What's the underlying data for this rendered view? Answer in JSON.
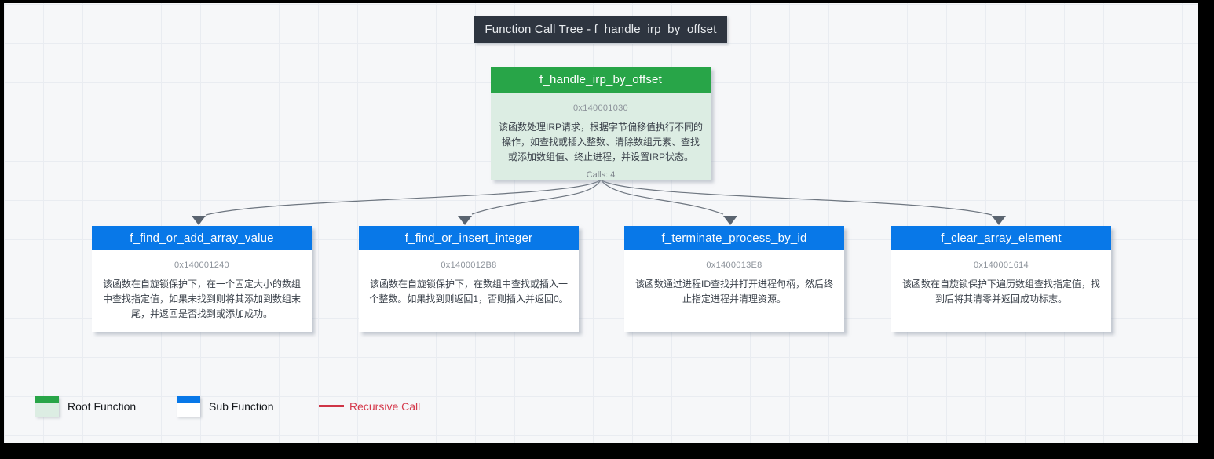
{
  "title_bar": {
    "text": "Function Call Tree - f_handle_irp_by_offset"
  },
  "tree": {
    "root": {
      "name": "f_handle_irp_by_offset",
      "address": "0x140001030",
      "description": "该函数处理IRP请求，根据字节偏移值执行不同的操作，如查找或插入整数、清除数组元素、查找或添加数组值、终止进程，并设置IRP状态。",
      "calls": "Calls: 4"
    },
    "children": [
      {
        "name": "f_find_or_add_array_value",
        "address": "0x140001240",
        "description": "该函数在自旋锁保护下，在一个固定大小的数组中查找指定值，如果未找到则将其添加到数组末尾，并返回是否找到或添加成功。"
      },
      {
        "name": "f_find_or_insert_integer",
        "address": "0x1400012B8",
        "description": "该函数在自旋锁保护下，在数组中查找或插入一个整数。如果找到则返回1，否则插入并返回0。"
      },
      {
        "name": "f_terminate_process_by_id",
        "address": "0x1400013E8",
        "description": "该函数通过进程ID查找并打开进程句柄，然后终止指定进程并清理资源。"
      },
      {
        "name": "f_clear_array_element",
        "address": "0x140001614",
        "description": "该函数在自旋锁保护下遍历数组查找指定值，找到后将其清零并返回成功标志。"
      }
    ]
  },
  "legend": {
    "root_label": "Root Function",
    "sub_label": "Sub Function",
    "recursive_label": "Recursive Call"
  },
  "colors": {
    "root_header_green": "#28a548",
    "root_body_green": "#dcede3",
    "sub_header_blue": "#0878e8",
    "recursive_red": "#cf3547",
    "title_bar_dark": "#2e3540",
    "canvas_background": "#f6f7f9",
    "edge_gray": "#6e7680"
  }
}
